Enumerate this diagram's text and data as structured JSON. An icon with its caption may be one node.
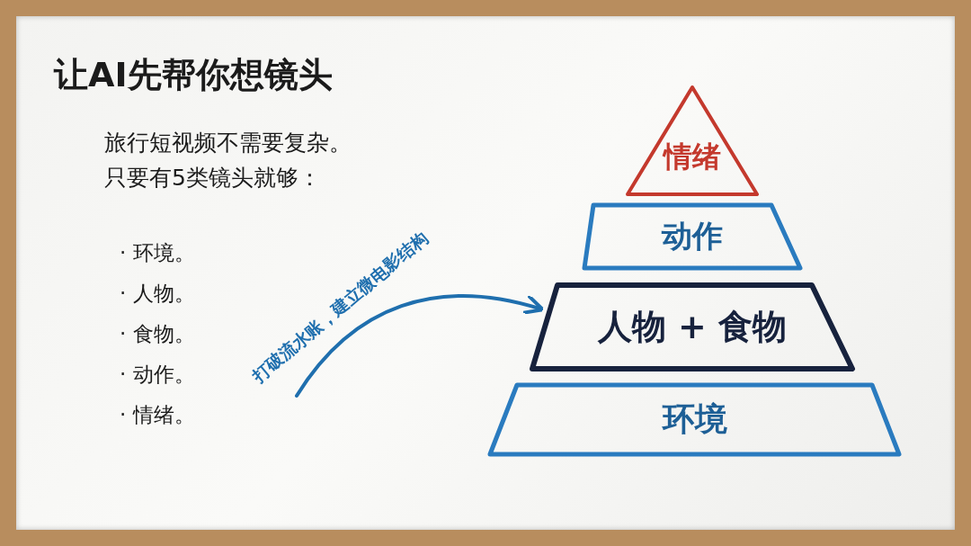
{
  "diagram": {
    "title": "让AI先帮你想镜头",
    "nodes": [
      {
        "text": [
          "情绪"
        ]
      },
      {
        "text": [
          "动作"
        ]
      },
      {
        "text": [
          "人物 + 食物"
        ]
      },
      {
        "text": [
          "环境"
        ]
      }
    ],
    "edges": [
      {
        "from": null,
        "to": 2,
        "arrow": "to",
        "label": "打破流水账，建立微电影结构"
      }
    ],
    "labels": [
      "旅行短视频不需要复杂。",
      "只要有5类镜头就够：",
      "· 环境。",
      "· 人物。",
      "· 食物。",
      "· 动作。",
      "· 情绪。"
    ]
  }
}
